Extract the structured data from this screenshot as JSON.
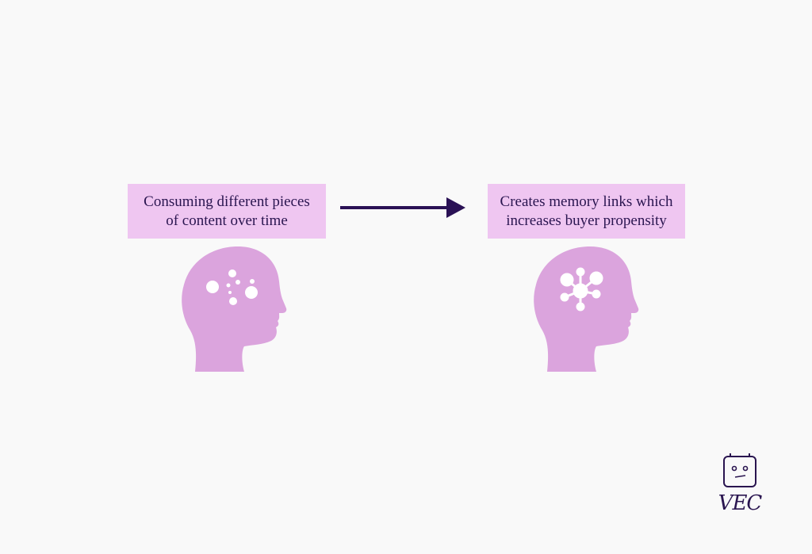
{
  "colors": {
    "background": "#f9f9f9",
    "box_fill": "#efc6f1",
    "head_fill": "#dba4dd",
    "text": "#2a1550",
    "arrow": "#2a1155"
  },
  "left": {
    "line1": "Consuming different pieces",
    "line2": "of content over time",
    "head_icon": "scattered-dots-icon"
  },
  "right": {
    "line1": "Creates memory links which",
    "line2": "increases buyer propensity",
    "head_icon": "network-nodes-icon"
  },
  "arrow": {
    "icon": "arrow-right-icon"
  },
  "logo": {
    "text": "VEC",
    "icon": "robot-face-icon"
  }
}
